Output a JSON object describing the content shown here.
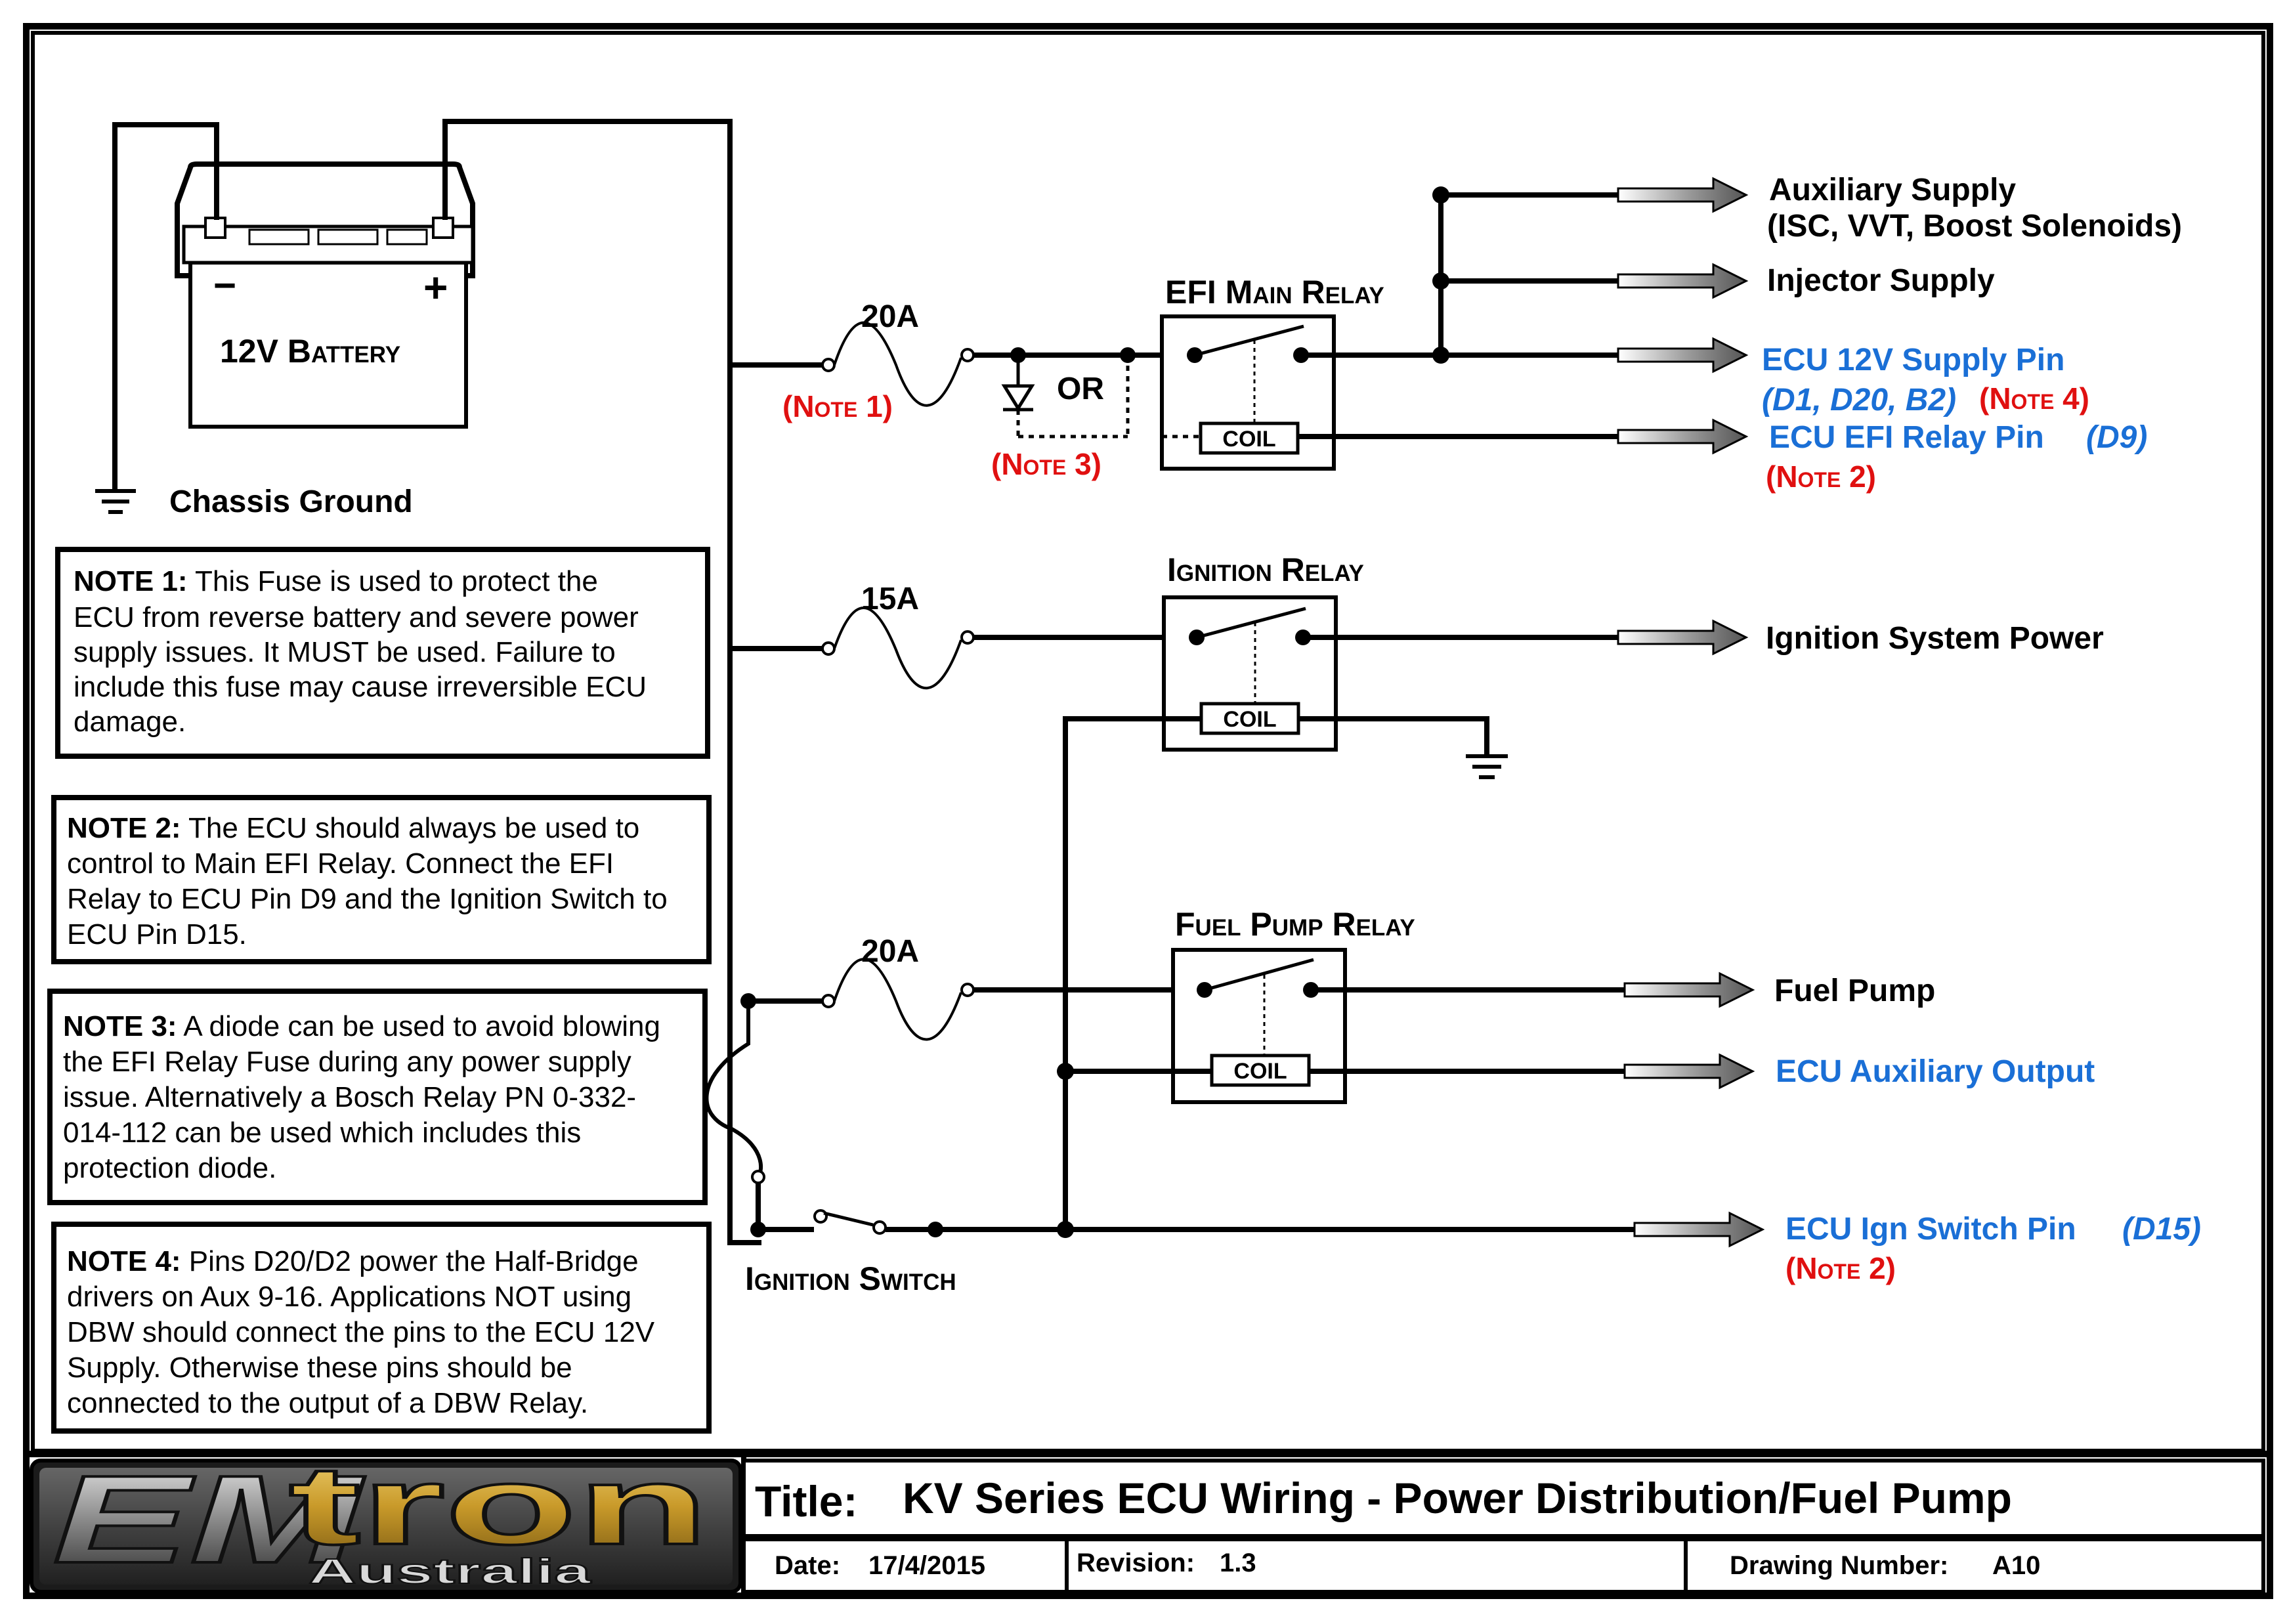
{
  "battery": {
    "label": "12V Battery",
    "minus": "−",
    "plus": "+"
  },
  "ground_label": "Chassis Ground",
  "fuses": {
    "f1": "20A",
    "f2": "15A",
    "f3": "20A"
  },
  "relays": {
    "efi": "EFI Main Relay",
    "ign": "Ignition Relay",
    "fuel": "Fuel Pump Relay",
    "coil": "COIL"
  },
  "diode_or": "OR",
  "note_refs": {
    "n1": "(Note 1)",
    "n2": "(Note 2)",
    "n3": "(Note 3)",
    "n4": "(Note 4)"
  },
  "ignition_switch": "Ignition Switch",
  "outputs": {
    "aux_supply": "Auxiliary Supply",
    "aux_sub": "(ISC, VVT, Boost Solenoids)",
    "injector": "Injector Supply",
    "ecu_12v": "ECU 12V Supply Pin",
    "ecu_12v_pins": "(D1, D20, B2)",
    "ecu_efi": "ECU EFI Relay Pin",
    "ecu_efi_pin": "(D9)",
    "ign_power": "Ignition System Power",
    "fuel_pump": "Fuel Pump",
    "ecu_aux": "ECU Auxiliary Output",
    "ecu_ign": "ECU Ign Switch Pin",
    "ecu_ign_pin": "(D15)"
  },
  "notes": [
    {
      "head": "NOTE 1:",
      "lines": [
        " This Fuse is used to protect the",
        "ECU from reverse battery and severe power",
        "supply issues. It MUST be used. Failure to",
        "include this fuse may cause irreversible ECU",
        "damage."
      ]
    },
    {
      "head": "NOTE 2:",
      "lines": [
        " The ECU should always be used to",
        "control to Main EFI Relay. Connect the EFI",
        "Relay to ECU Pin D9 and the Ignition Switch to",
        "ECU Pin D15."
      ]
    },
    {
      "head": "NOTE 3:",
      "lines": [
        " A diode can be used to avoid blowing",
        "the EFI Relay Fuse during any power supply",
        "issue. Alternatively a Bosch Relay PN 0-332-",
        "014-112 can be used which includes this",
        "protection diode."
      ]
    },
    {
      "head": "NOTE 4:",
      "lines": [
        " Pins D20/D2 power the Half-Bridge",
        "drivers on Aux 9-16. Applications NOT using",
        "DBW should connect the pins to the ECU 12V",
        "Supply. Otherwise these pins should be",
        "connected to the output of a DBW Relay."
      ]
    }
  ],
  "title_block": {
    "logo_text": "EMtron",
    "logo_sub": "Australia",
    "title_label": "Title:",
    "title": "KV Series ECU Wiring - Power Distribution/Fuel Pump",
    "date_label": "Date:",
    "date": "17/4/2015",
    "revision_label": "Revision:",
    "revision": "1.3",
    "drawing_label": "Drawing Number:",
    "drawing": "A10"
  },
  "colors": {
    "blue": "#1a6fd6",
    "red": "#e01010"
  }
}
